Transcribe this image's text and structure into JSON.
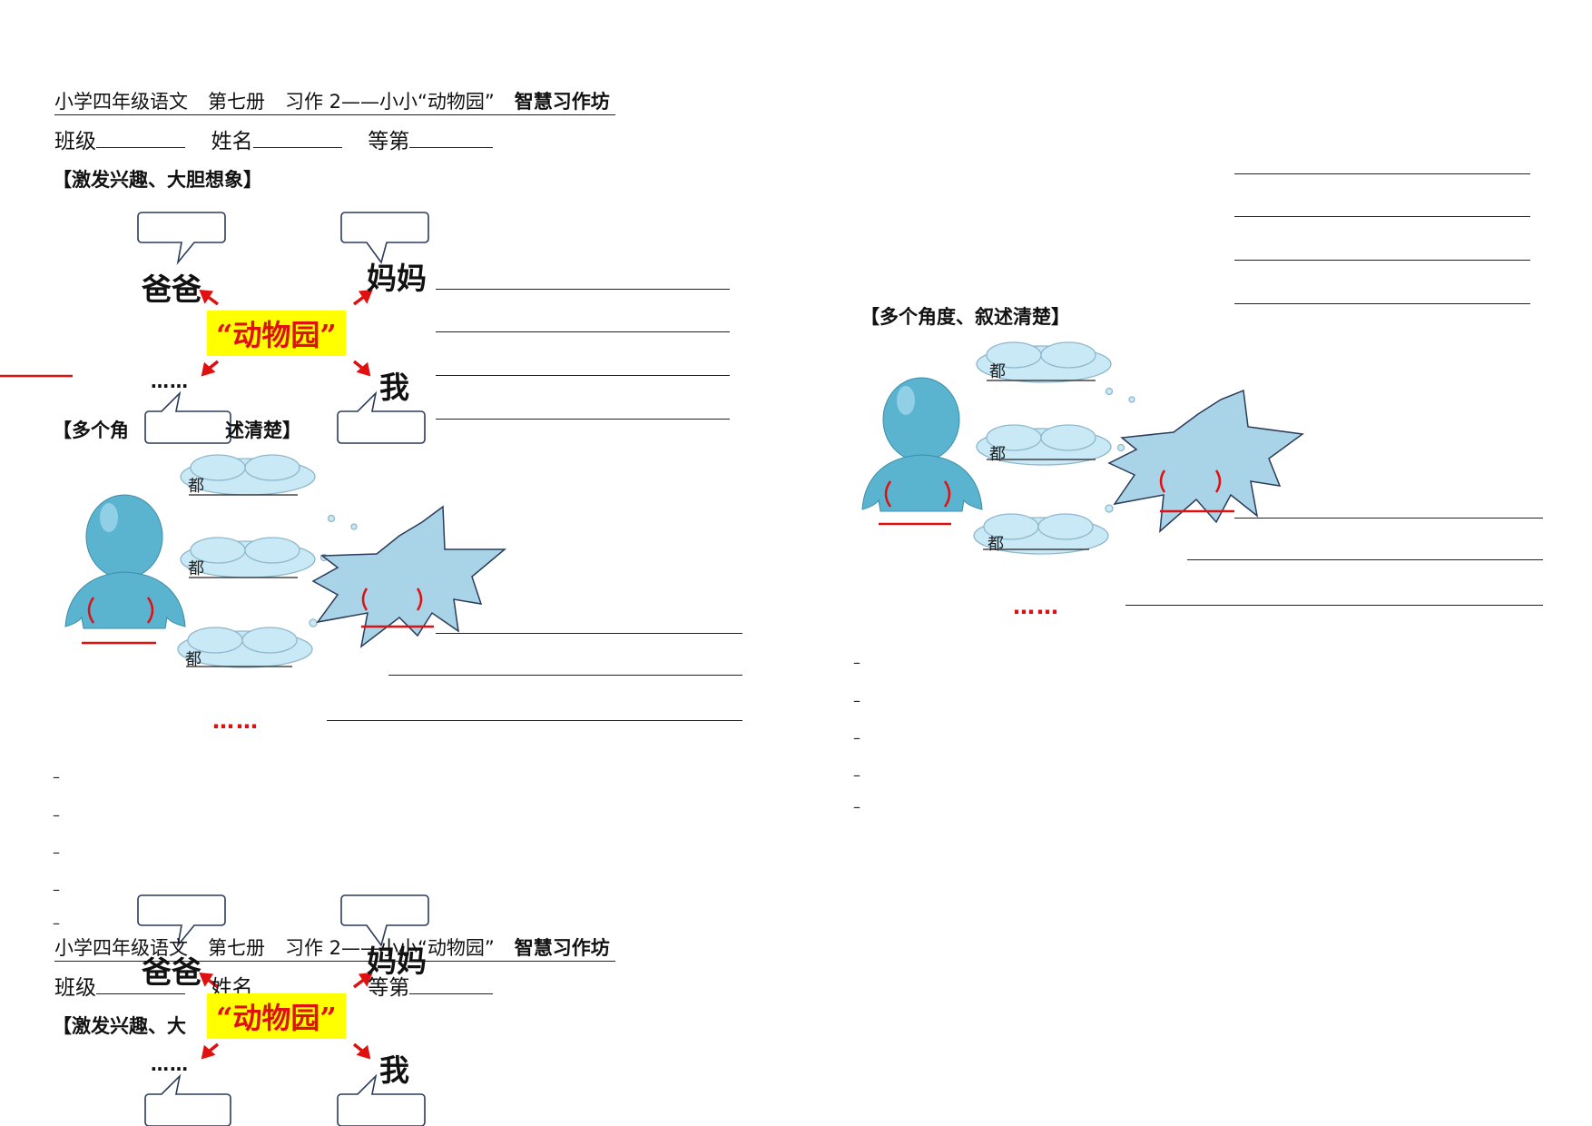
{
  "header": {
    "subject": "小学四年级语文",
    "volume": "第七册",
    "lesson": "习作 2——小小“动物园”",
    "brand": "智慧习作坊"
  },
  "info": {
    "class_label": "班级",
    "name_label": "姓名",
    "grade_label": "等第"
  },
  "sections": {
    "s1": "【激发兴趣、大胆想象】",
    "s2": "【多个角度、叙述清楚】",
    "s2_partial_left": "【多个角",
    "s2_partial_right": "述清楚】",
    "s1_partial": "【激发兴趣、大"
  },
  "diagram": {
    "center": "“动物园”",
    "dad": "爸爸",
    "mom": "妈妈",
    "me": "我",
    "more": "……"
  },
  "angles": {
    "dou": "都",
    "more_red": "……"
  },
  "dash": "–",
  "colors": {
    "accent_red": "#e01010",
    "highlight_yellow": "#ffff00",
    "figure_blue": "#5ab3cf",
    "burst_blue": "#a9d3e6",
    "cloud_blue": "#c8e9f5"
  }
}
